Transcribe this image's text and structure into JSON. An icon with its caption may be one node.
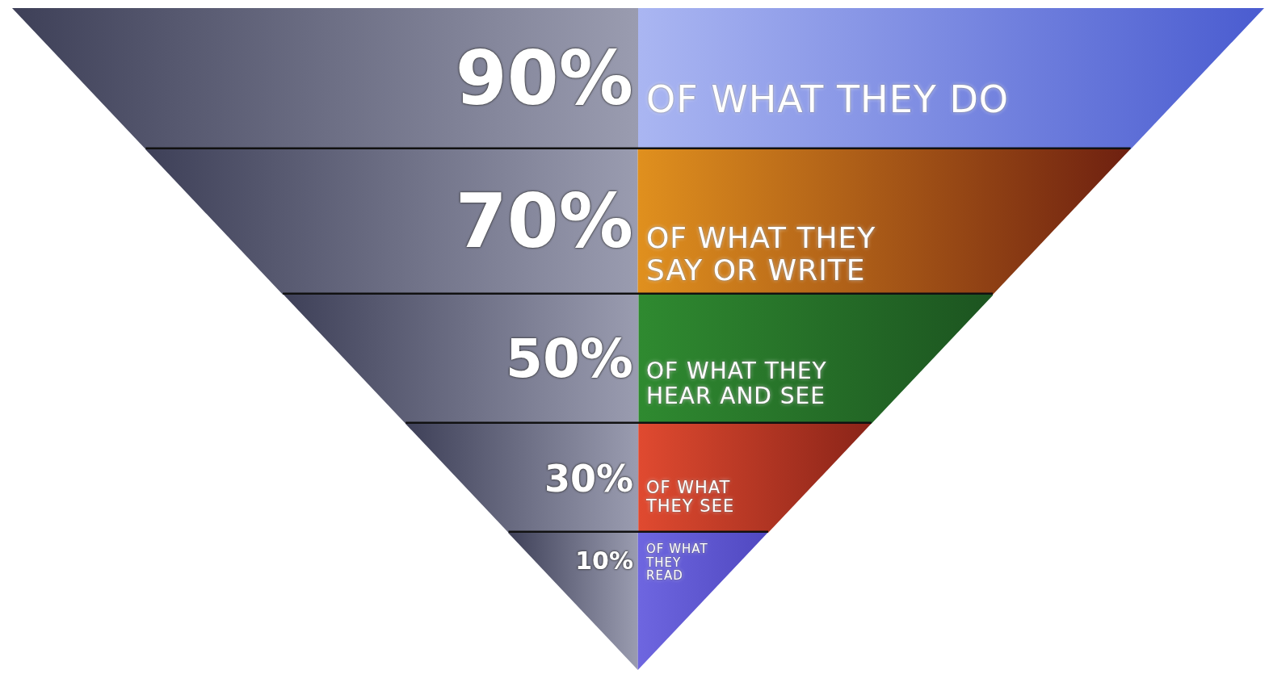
{
  "diagram": {
    "nodes": [
      {
        "text": [
          "90%",
          "OF WHAT THEY DO"
        ]
      },
      {
        "text": [
          "70%",
          "OF WHAT THEY SAY OR WRITE"
        ]
      },
      {
        "text": [
          "50%",
          "OF WHAT THEY HEAR AND SEE"
        ]
      },
      {
        "text": [
          "30%",
          "OF WHAT THEY SEE"
        ]
      },
      {
        "text": [
          "10%",
          "OF WHAT THEY READ"
        ]
      }
    ]
  }
}
